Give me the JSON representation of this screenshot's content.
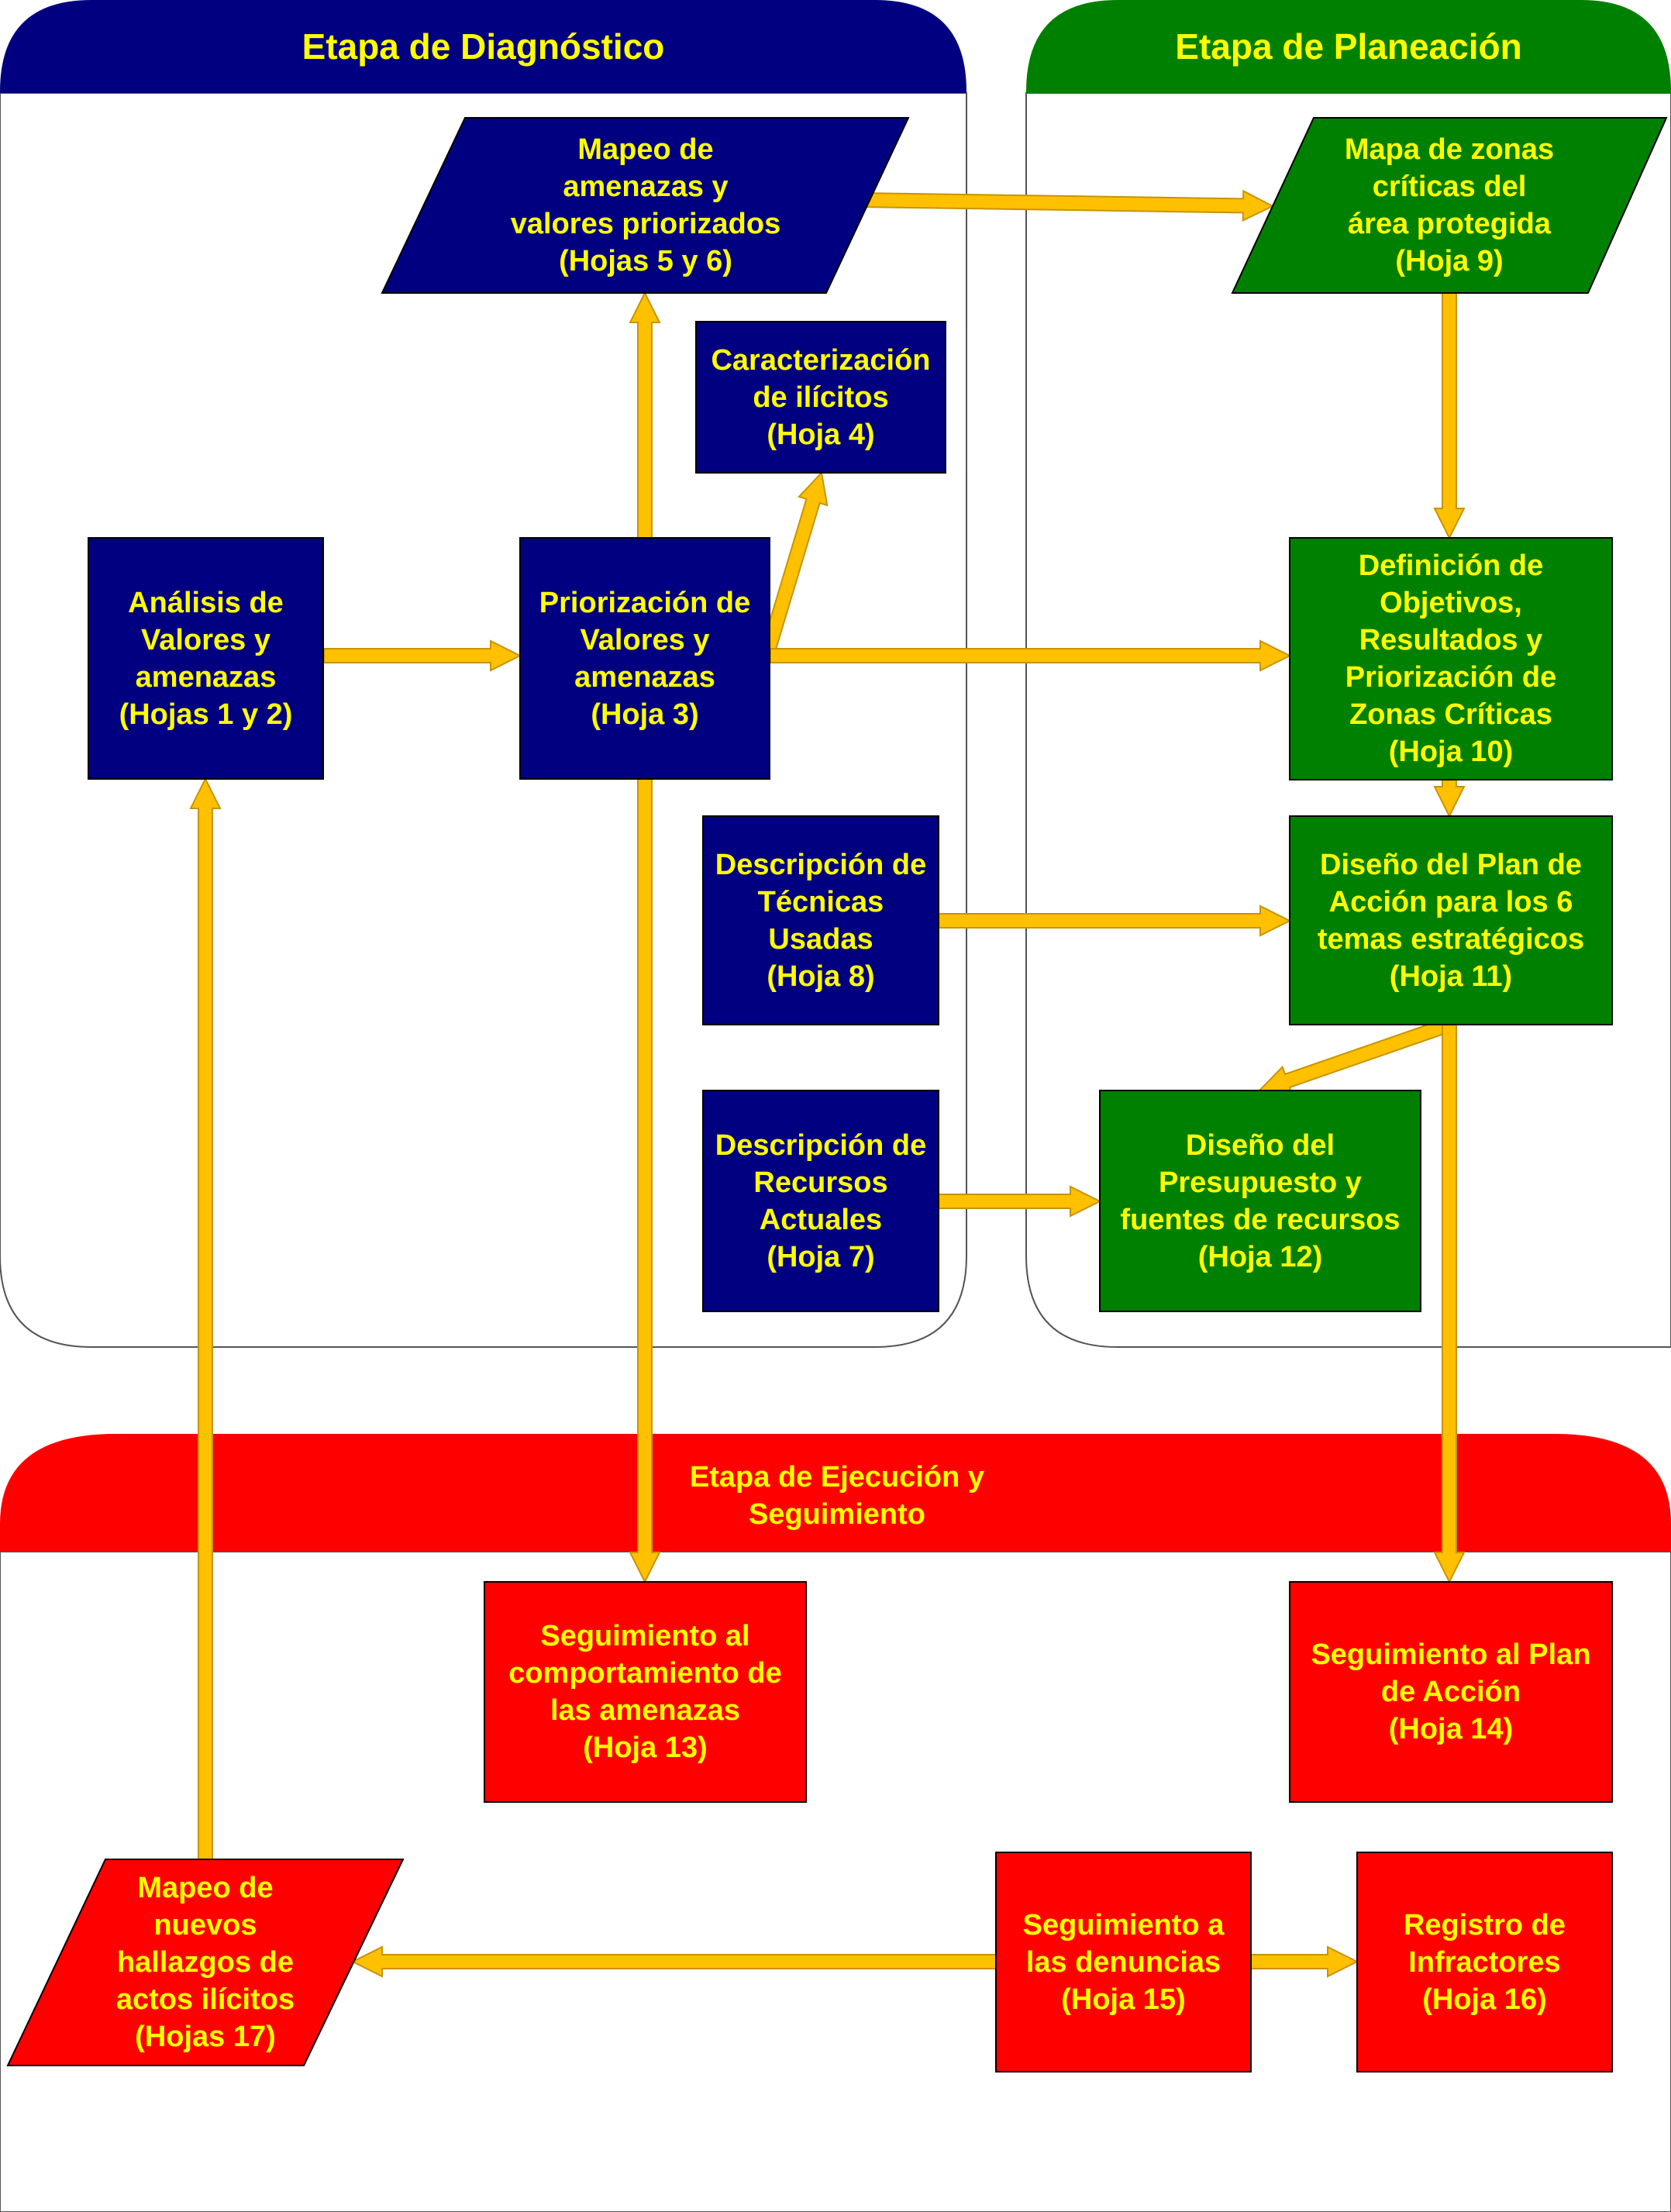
{
  "colors": {
    "diagnostic": "#000080",
    "planning": "#008000",
    "execution": "#ff0000",
    "text": "#ffff00",
    "arrow": "#ffc000",
    "arrow_outline": "#c89400",
    "border": "#555555"
  },
  "stages": {
    "diagnostic": {
      "title": "Etapa de Diagnóstico"
    },
    "planning": {
      "title": "Etapa de Planeación"
    },
    "execution": {
      "title": "Etapa de Ejecución y\nSeguimiento"
    }
  },
  "nodes": {
    "mapeo_amenazas": {
      "text": "Mapeo de\namenazas y\nvalores priorizados\n(Hojas 5 y 6)"
    },
    "caracterizacion": {
      "text": "Caracterización\nde ilícitos\n(Hoja 4)"
    },
    "analisis": {
      "text": "Análisis de\nValores y\namenazas\n(Hojas 1 y 2)"
    },
    "priorizacion": {
      "text": "Priorización de\nValores y\namenazas\n(Hoja 3)"
    },
    "tecnicas": {
      "text": "Descripción de\nTécnicas\nUsadas\n(Hoja 8)"
    },
    "recursos": {
      "text": "Descripción de\nRecursos\nActuales\n(Hoja 7)"
    },
    "mapa_zonas": {
      "text": "Mapa de zonas\ncríticas del\nárea protegida\n(Hoja 9)"
    },
    "objetivos": {
      "text": "Definición de\nObjetivos,\nResultados y\nPriorización de\nZonas Críticas\n(Hoja 10)"
    },
    "plan_accion": {
      "text": "Diseño del Plan de\nAcción para los 6\ntemas estratégicos\n(Hoja 11)"
    },
    "presupuesto": {
      "text": "Diseño del\nPresupuesto y\nfuentes de recursos\n(Hoja 12)"
    },
    "seg_amenazas": {
      "text": "Seguimiento al\ncomportamiento de\nlas amenazas\n(Hoja 13)"
    },
    "seg_plan": {
      "text": "Seguimiento al Plan\nde Acción\n(Hoja 14)"
    },
    "seg_denuncias": {
      "text": "Seguimiento a\nlas denuncias\n(Hoja 15)"
    },
    "registro": {
      "text": "Registro de\nInfractores\n(Hoja 16)"
    },
    "nuevos_hallazgos": {
      "text": "Mapeo de\nnuevos\nhallazgos de\nactos ilícitos\n(Hojas 17)"
    }
  }
}
